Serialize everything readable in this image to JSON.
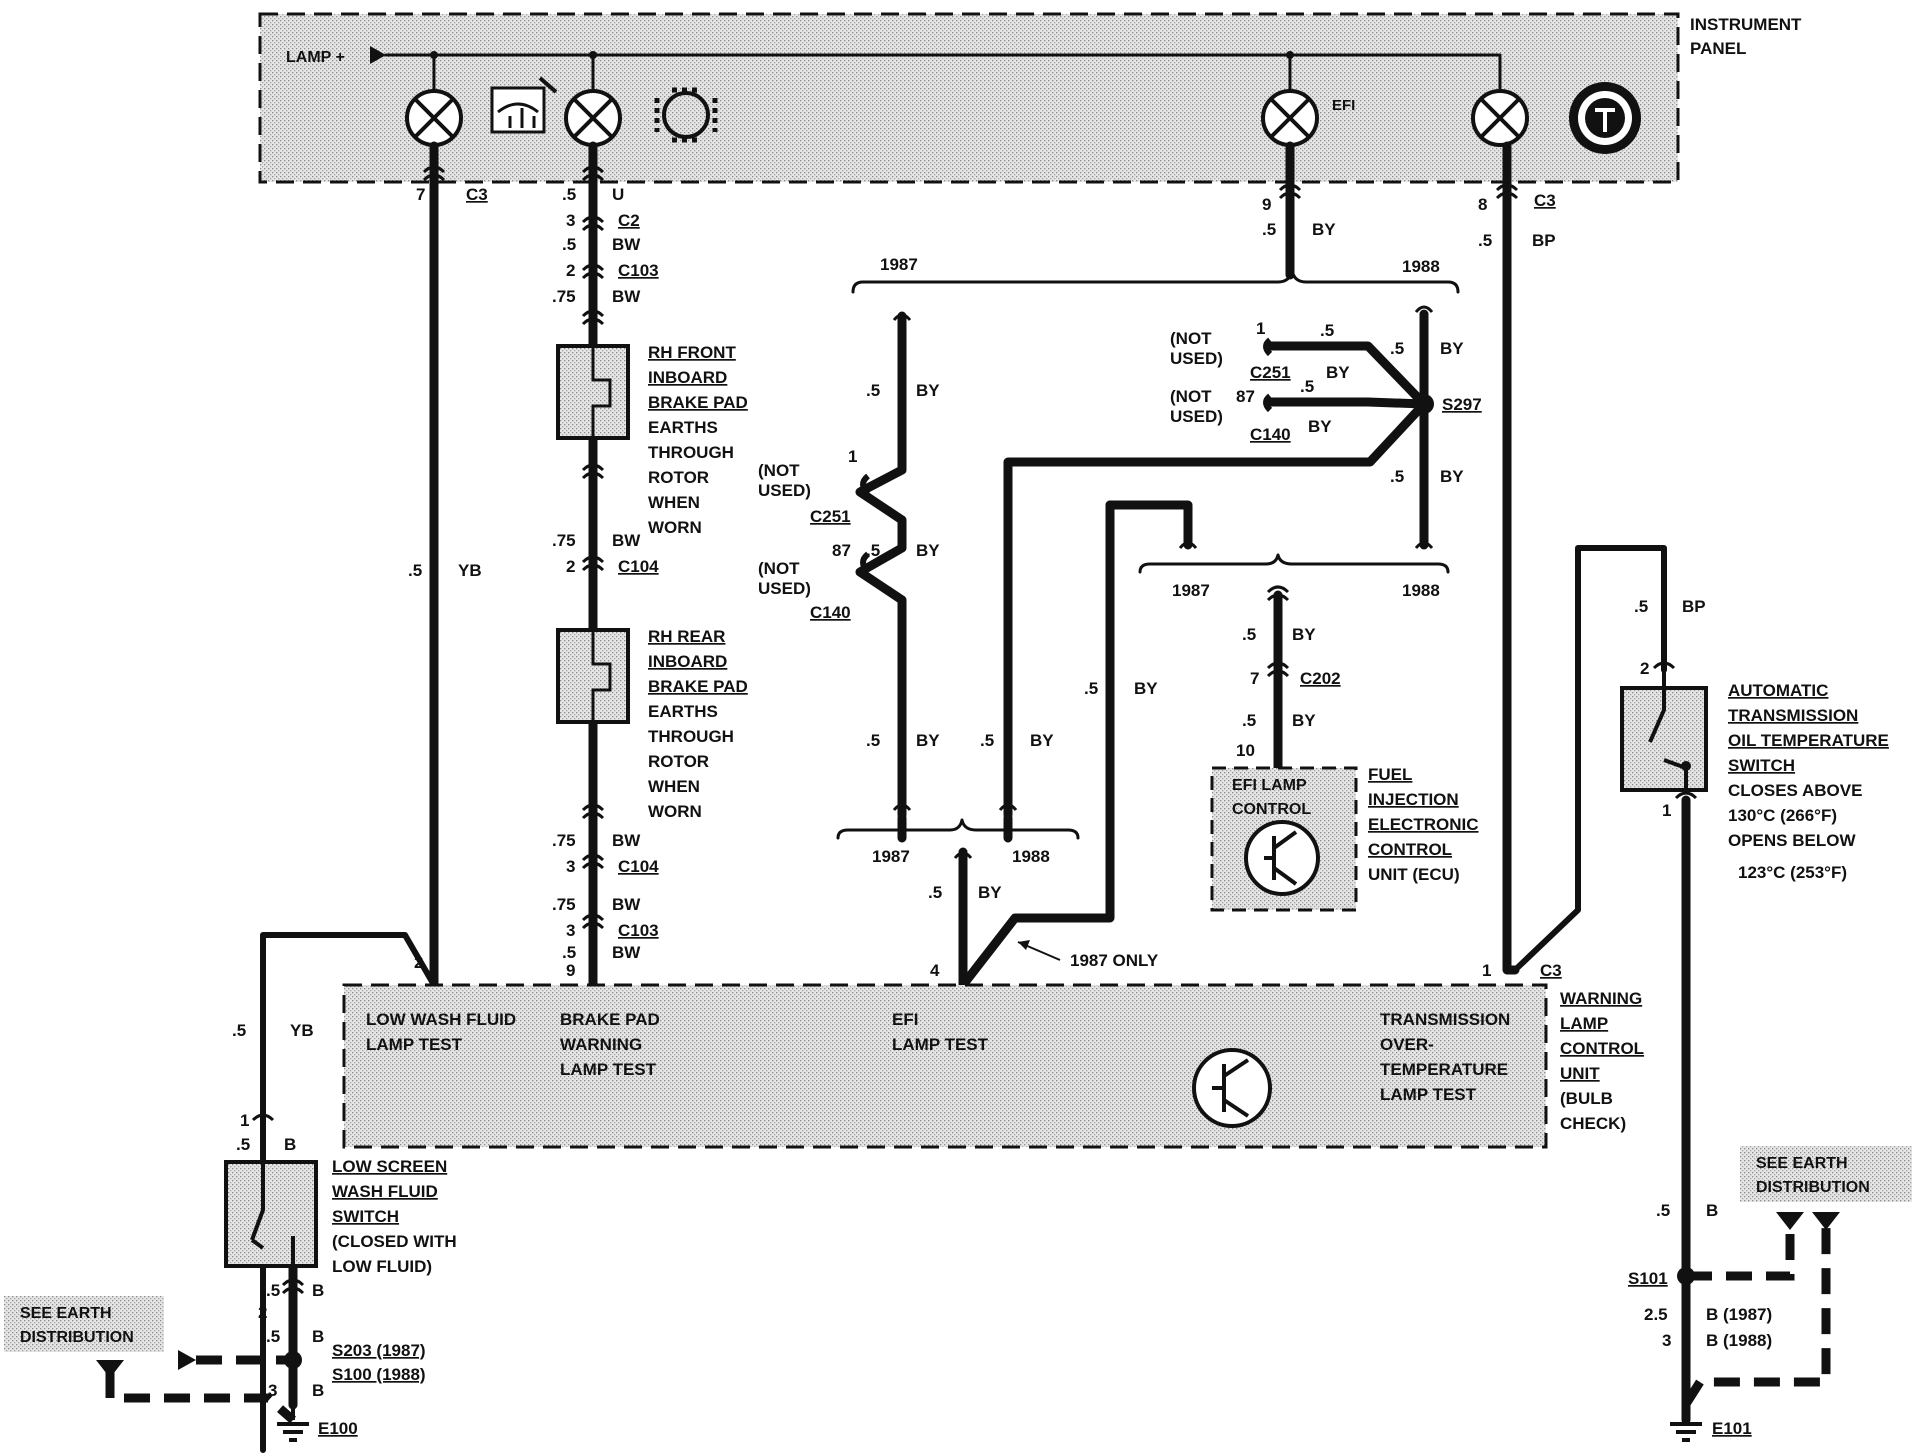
{
  "modules": {
    "instrument_panel": [
      "INSTRUMENT",
      "PANEL"
    ],
    "lamp_feed": "LAMP +",
    "efi_lamp": "EFI",
    "warning_unit": [
      "WARNING",
      "LAMP",
      "CONTROL",
      "UNIT",
      "(BULB",
      "CHECK)"
    ],
    "ecu": [
      "FUEL",
      "INJECTION",
      "ELECTRONIC",
      "CONTROL",
      "UNIT (ECU)"
    ],
    "efi_lamp_control": [
      "EFI LAMP",
      "CONTROL"
    ],
    "rh_front_pad": [
      "RH FRONT",
      "INBOARD",
      "BRAKE PAD",
      "EARTHS",
      "THROUGH",
      "ROTOR",
      "WHEN",
      "WORN"
    ],
    "rh_rear_pad": [
      "RH REAR",
      "INBOARD",
      "BRAKE PAD",
      "EARTHS",
      "THROUGH",
      "ROTOR",
      "WHEN",
      "WORN"
    ],
    "auto_trans_switch": [
      "AUTOMATIC",
      "TRANSMISSION",
      "OIL TEMPERATURE",
      "SWITCH",
      "CLOSES ABOVE",
      "130°C (266°F)",
      "OPENS BELOW",
      "123°C (253°F)"
    ],
    "low_wash_switch": [
      "LOW SCREEN",
      "WASH FLUID",
      "SWITCH",
      "(CLOSED WITH",
      "LOW FLUID)"
    ],
    "see_earth": [
      "SEE EARTH",
      "DISTRIBUTION"
    ]
  },
  "lamp_tests": {
    "low_wash": [
      "LOW WASH FLUID",
      "LAMP TEST"
    ],
    "brake_pad": [
      "BRAKE PAD",
      "WARNING",
      "LAMP TEST"
    ],
    "efi": [
      "EFI",
      "LAMP TEST"
    ],
    "transmission": [
      "TRANSMISSION",
      "OVER-",
      "TEMPERATURE",
      "LAMP TEST"
    ]
  },
  "connectors": {
    "c3": "C3",
    "c2": "C2",
    "c103": "C103",
    "c104": "C104",
    "c251": "C251",
    "c140": "C140",
    "c202": "C202",
    "s297": "S297",
    "s203": "S203 (1987)",
    "s100": "S100 (1988)",
    "s101": "S101",
    "e100": "E100",
    "e101": "E101"
  },
  "years": {
    "y1987": "1987",
    "y1988": "1988",
    "only1987": "1987 ONLY"
  },
  "not_used": [
    "(NOT",
    "USED)"
  ],
  "wires": {
    "yb": "YB",
    "u": "U",
    "bw": "BW",
    "by": "BY",
    "bp": "BP",
    "b": "B",
    "b1987": "B (1987)",
    "b1988": "B (1988)"
  },
  "sizes": {
    "s05": ".5",
    "s075": ".75",
    "s25": "2.5"
  },
  "pins": {
    "p1": "1",
    "p2": "2",
    "p3": "3",
    "p4": "4",
    "p7": "7",
    "p8": "8",
    "p9": "9",
    "p10": "10",
    "p87": "87"
  }
}
